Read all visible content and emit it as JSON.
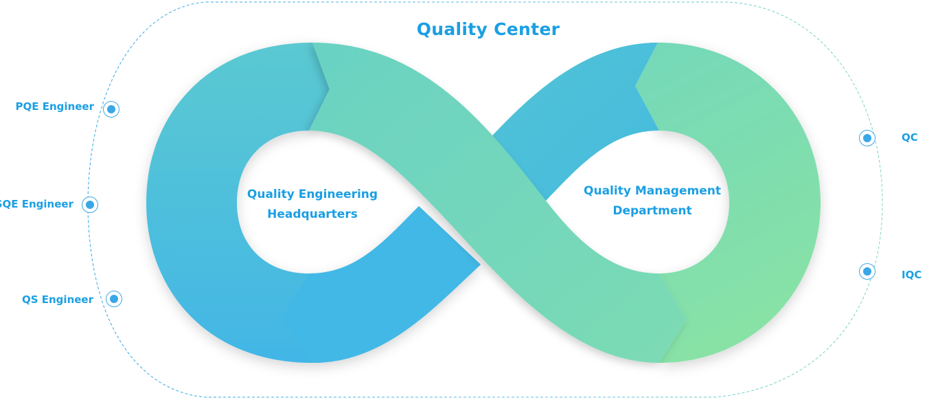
{
  "title": "Quality Center",
  "left_loop": {
    "line1": "Quality Engineering",
    "line2": "Headquarters"
  },
  "right_loop": {
    "line1": "Quality Management",
    "line2": "Department"
  },
  "left_roles": [
    {
      "label": "PQE Engineer"
    },
    {
      "label": "SQE Engineer"
    },
    {
      "label": "QS Engineer"
    }
  ],
  "right_roles": [
    {
      "label": "QC"
    },
    {
      "label": "IQC"
    }
  ],
  "colors": {
    "text_blue": "#1a9fe3",
    "node_blue": "#3aa7e6",
    "blue_band_top": "#5ac8d2",
    "blue_band_bottom": "#41b5e6",
    "green_band_top": "#6dd2c0",
    "green_band_bottom": "#86e0a8",
    "dash_left": "#4fb3e8",
    "dash_right": "#8fdcc2"
  }
}
